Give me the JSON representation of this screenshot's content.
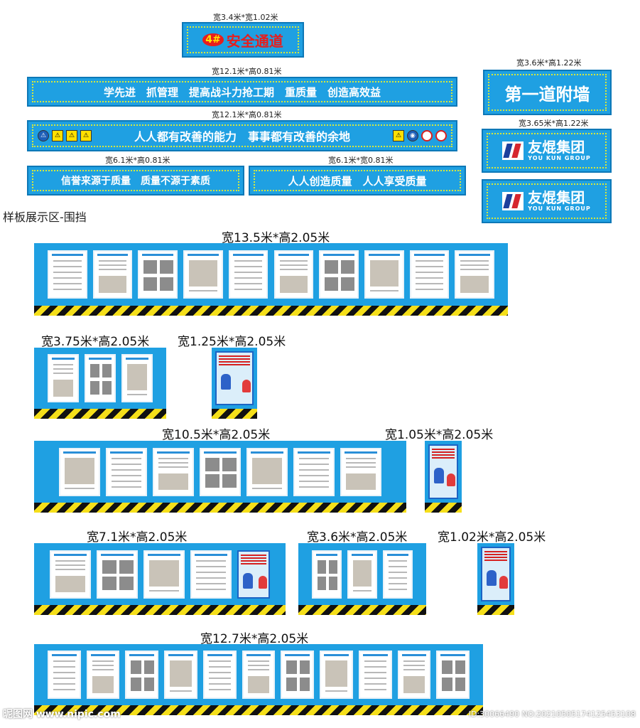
{
  "top_banners": [
    {
      "dim": "宽3.4米*宽1.02米",
      "text": "安全通道",
      "badge": "4#"
    },
    {
      "dim": "宽12.1米*高0.81米",
      "text": "学先进　抓管理　提高战斗力抢工期　重质量　创造高效益"
    },
    {
      "dim": "宽12.1米*高0.81米",
      "text": "人人都有改善的能力　事事都有改善的余地"
    },
    {
      "dim": "宽6.1米*高0.81米",
      "text": "信誉来源于质量　质量不源于素质"
    },
    {
      "dim": "宽6.1米*宽0.81米",
      "text": "人人创造质量　人人享受质量"
    },
    {
      "dim": "宽3.6米*高1.22米",
      "text": "第一道附墙"
    },
    {
      "dim": "宽3.65米*高1.22米",
      "logo_cn": "友焜集团",
      "logo_en": "YOU KUN GROUP"
    },
    {
      "logo_cn": "友焜集团",
      "logo_en": "YOU KUN GROUP"
    }
  ],
  "section_title": "样板展示区-围挡",
  "boards": [
    {
      "dim": "宽13.5米*高2.05米"
    },
    {
      "dim": "宽3.75米*高2.05米"
    },
    {
      "dim": "宽1.25米*高2.05米"
    },
    {
      "dim": "宽10.5米*高2.05米"
    },
    {
      "dim": "宽1.05米*高2.05米"
    },
    {
      "dim": "宽7.1米*高2.05米"
    },
    {
      "dim": "宽3.6米*高2.05米"
    },
    {
      "dim": "宽1.02米*高2.05米"
    },
    {
      "dim": "宽12.7米*高2.05米"
    }
  ],
  "watermark": {
    "left": "昵图网 www.nipic.com",
    "right": "ID:30066490 NO:20210505174125453108"
  },
  "colors": {
    "board_blue": "#1fa0e2",
    "stripe_yellow": "#f5df1a",
    "stripe_black": "#111111",
    "badge_red": "#e61e1e"
  },
  "icons": [
    "safety-warning-sign-icon",
    "company-logo-icon"
  ]
}
